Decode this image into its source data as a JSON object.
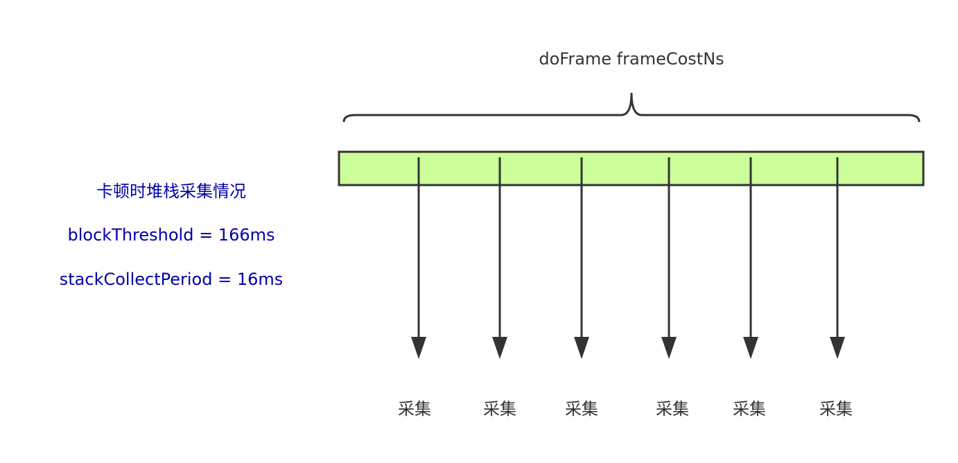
{
  "title": "doFrame frameCostNs",
  "info": {
    "heading": "卡顿时堆栈采集情况",
    "threshold": "blockThreshold = 166ms",
    "period": "stackCollectPeriod = 16ms"
  },
  "samples": [
    {
      "label": "采集"
    },
    {
      "label": "采集"
    },
    {
      "label": "采集"
    },
    {
      "label": "采集"
    },
    {
      "label": "采集"
    },
    {
      "label": "采集"
    }
  ],
  "colors": {
    "bar_fill": "#ccff99",
    "bar_stroke": "#333333",
    "arrow": "#333333",
    "info_text": "#0000aa",
    "caption_text": "#333333"
  }
}
